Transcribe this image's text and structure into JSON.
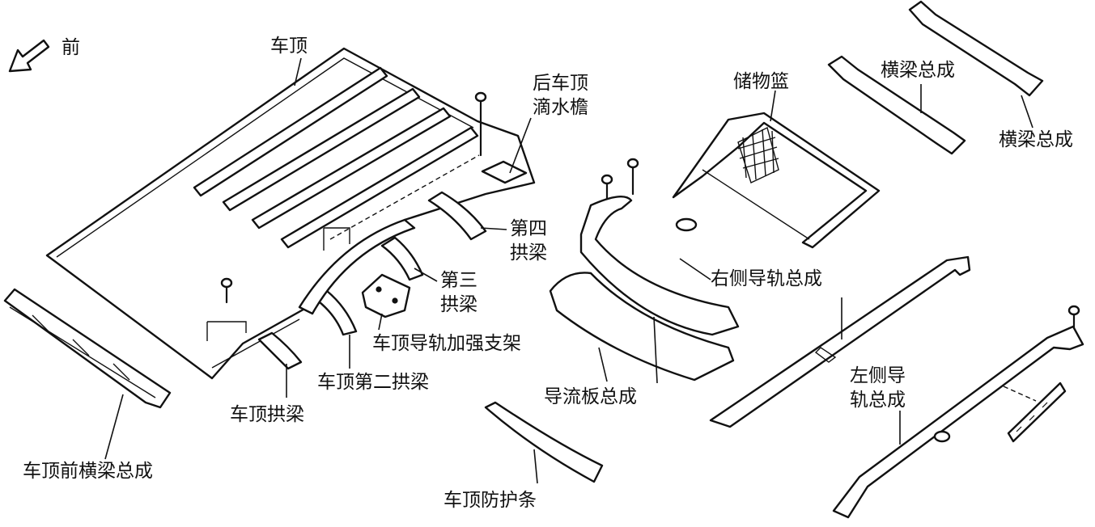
{
  "labels": {
    "front": "前",
    "roof": "车顶",
    "rear_drip": "后车顶\n滴水檐",
    "basket": "储物篮",
    "crossbeam_a": "横梁总成",
    "crossbeam_b": "横梁总成",
    "arch4": "第四\n拱梁",
    "arch3": "第三\n拱梁",
    "right_rail": "右侧导轨总成",
    "rail_bracket": "车顶导轨加强支架",
    "arch2": "车顶第二拱梁",
    "deflector": "导流板总成",
    "left_rail": "左侧导\n轨总成",
    "arch1": "车顶拱梁",
    "front_cross": "车顶前横梁总成",
    "guard": "车顶防护条"
  }
}
